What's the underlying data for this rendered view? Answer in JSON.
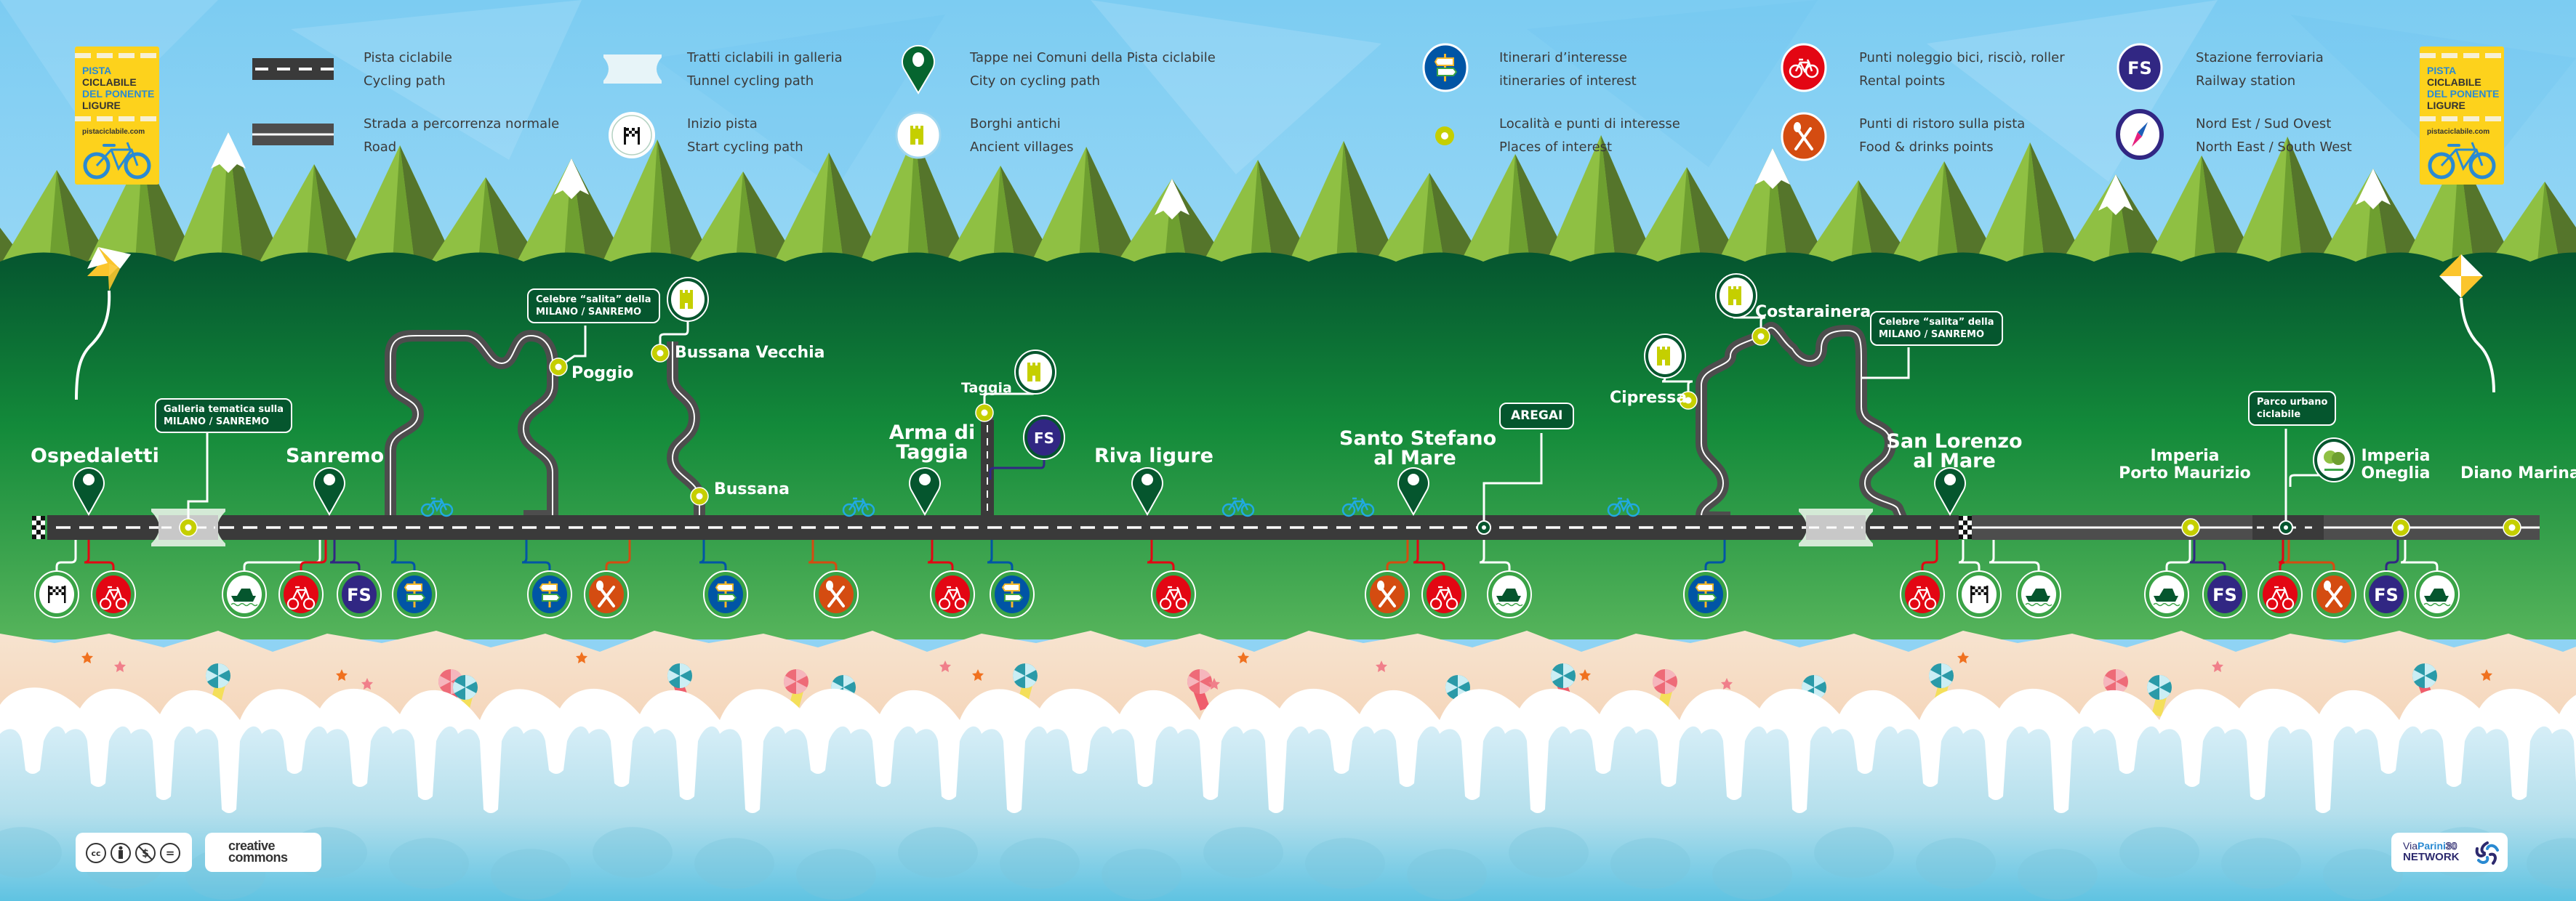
{
  "logo": {
    "line1": "PISTA",
    "line2": "CICLABILE",
    "line3": "DEL PONENTE",
    "line4": "LIGURE",
    "website": "pistaciclabile.com"
  },
  "legend": [
    {
      "icon": "cycling-path-icon",
      "it": "Pista ciclabile",
      "en": "Cycling path"
    },
    {
      "icon": "road-icon",
      "it": "Strada a percorrenza normale",
      "en": "Road"
    },
    {
      "icon": "tunnel-icon",
      "it": "Tratti ciclabili in galleria",
      "en": "Tunnel cycling path"
    },
    {
      "icon": "start-flag-icon",
      "it": "Inizio pista",
      "en": "Start cycling path"
    },
    {
      "icon": "city-pin-icon",
      "it": "Tappe nei Comuni della Pista ciclabile",
      "en": "City on cycling path"
    },
    {
      "icon": "castle-icon",
      "it": "Borghi antichi",
      "en": "Ancient villages"
    },
    {
      "icon": "signpost-icon",
      "it": "Itinerari d’interesse",
      "en": "itineraries of interest"
    },
    {
      "icon": "place-dot-icon",
      "it": "Località e punti di interesse",
      "en": "Places of interest"
    },
    {
      "icon": "bike-rental-icon",
      "it": "Punti noleggio bici, risciò, roller",
      "en": "Rental points"
    },
    {
      "icon": "food-icon",
      "it": "Punti di ristoro sulla pista",
      "en": "Food & drinks points"
    },
    {
      "icon": "train-station-icon",
      "it": "Stazione ferroviaria",
      "en": "Railway station",
      "label": "FS"
    },
    {
      "icon": "compass-icon",
      "it": "Nord Est / Sud Ovest",
      "en": "North East / South West"
    }
  ],
  "colors": {
    "sky": "#8fd3f4",
    "forest_dark": "#05562e",
    "forest_light": "#52b45a",
    "road": "#3a3a3a",
    "road_normal": "#4d4d4d",
    "place_dot": "#c5cf00",
    "rental": "#e30613",
    "food": "#d44c11",
    "train": "#312783",
    "itinerary": "#0055a5",
    "castle": "#c5cf00",
    "logo_yellow": "#fdd21c",
    "logo_blue": "#2a8ad2",
    "sand": "#f6dcc2",
    "water": "#b8e2ef"
  },
  "map": {
    "cities": [
      {
        "name": "Ospedaletti"
      },
      {
        "name": "Sanremo"
      },
      {
        "name": "Arma di Taggia",
        "l1": "Arma di",
        "l2": "Taggia"
      },
      {
        "name": "Riva ligure"
      },
      {
        "name": "Santo Stefano al Mare",
        "l1": "Santo Stefano",
        "l2": "al Mare"
      },
      {
        "name": "San Lorenzo al Mare",
        "l1": "San Lorenzo",
        "l2": "al Mare"
      },
      {
        "name": "Imperia Porto Maurizio",
        "l1": "Imperia",
        "l2": "Porto Maurizio"
      },
      {
        "name": "Imperia Oneglia",
        "l1": "Imperia",
        "l2": "Oneglia"
      },
      {
        "name": "Diano Marina"
      }
    ],
    "places": [
      {
        "name": "Poggio"
      },
      {
        "name": "Bussana Vecchia"
      },
      {
        "name": "Bussana"
      },
      {
        "name": "Taggia"
      },
      {
        "name": "Cipressa"
      },
      {
        "name": "Costarainera"
      }
    ],
    "callouts": [
      {
        "l1": "Galleria tematica sulla",
        "l2": "MILANO / SANREMO"
      },
      {
        "l1": "Celebre “salita” della",
        "l2": "MILANO / SANREMO"
      },
      {
        "l1": "AREGAI"
      },
      {
        "l1": "Celebre “salita” della",
        "l2": "MILANO / SANREMO"
      },
      {
        "l1": "Parco urbano",
        "l2": "ciclabile"
      }
    ],
    "services": [
      {
        "type": "start",
        "near": "Ospedaletti"
      },
      {
        "type": "rental",
        "near": "Ospedaletti"
      },
      {
        "type": "boat",
        "near": "Sanremo"
      },
      {
        "type": "rental",
        "near": "Sanremo"
      },
      {
        "type": "train",
        "near": "Sanremo",
        "label": "FS"
      },
      {
        "type": "itinerary",
        "near": "Sanremo"
      },
      {
        "type": "itinerary",
        "near": "Poggio"
      },
      {
        "type": "food",
        "near": "Poggio"
      },
      {
        "type": "itinerary",
        "near": "Bussana"
      },
      {
        "type": "food",
        "near": "Arma di Taggia"
      },
      {
        "type": "rental",
        "near": "Arma di Taggia"
      },
      {
        "type": "itinerary",
        "near": "Taggia"
      },
      {
        "type": "rental",
        "near": "Riva ligure"
      },
      {
        "type": "food",
        "near": "Santo Stefano al Mare"
      },
      {
        "type": "rental",
        "near": "Santo Stefano al Mare"
      },
      {
        "type": "boat",
        "near": "Aregai"
      },
      {
        "type": "itinerary",
        "near": "Cipressa"
      },
      {
        "type": "rental",
        "near": "San Lorenzo al Mare"
      },
      {
        "type": "start",
        "near": "San Lorenzo al Mare"
      },
      {
        "type": "boat",
        "near": "San Lorenzo al Mare"
      },
      {
        "type": "boat",
        "near": "Imperia Porto Maurizio"
      },
      {
        "type": "train",
        "near": "Imperia Porto Maurizio",
        "label": "FS"
      },
      {
        "type": "rental",
        "near": "Parco urbano ciclabile"
      },
      {
        "type": "food",
        "near": "Parco urbano ciclabile"
      },
      {
        "type": "train",
        "near": "Imperia Oneglia",
        "label": "FS"
      },
      {
        "type": "boat",
        "near": "Imperia Oneglia"
      }
    ],
    "upper_icons": [
      {
        "type": "castle",
        "near": "Bussana Vecchia"
      },
      {
        "type": "castle",
        "near": "Taggia"
      },
      {
        "type": "train",
        "near": "Taggia",
        "label": "FS"
      },
      {
        "type": "castle",
        "near": "Cipressa"
      },
      {
        "type": "castle",
        "near": "Costarainera"
      },
      {
        "type": "park",
        "near": "Parco urbano ciclabile"
      }
    ]
  },
  "footer": {
    "cc_icons": [
      "cc-icon",
      "by-icon",
      "nc-icon",
      "nd-icon"
    ],
    "cc_label_1": "creative",
    "cc_label_2": "commons",
    "cc_symbols": [
      "cc",
      "="
    ],
    "network_via": "Via",
    "network_parini": "Parini",
    "network_num": "30",
    "network_label": "NETWORK"
  }
}
